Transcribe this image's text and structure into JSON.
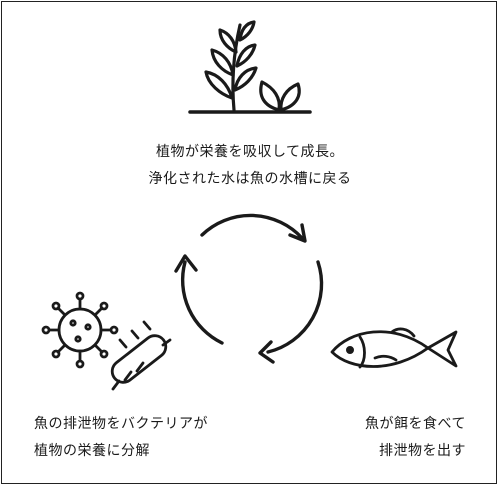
{
  "colors": {
    "ink": "#1a1a1a",
    "background": "#ffffff",
    "border": "#222222"
  },
  "icons": {
    "plant": "plant-icon",
    "cycle": "cycle-arrows-icon",
    "bacteria": "bacteria-icon",
    "fish": "fish-icon"
  },
  "plant": {
    "line1": "植物が栄養を吸収して成長。",
    "line2": "浄化された水は魚の水槽に戻る"
  },
  "bacteria": {
    "line1": "魚の排泄物をバクテリアが",
    "line2": "植物の栄養に分解"
  },
  "fish": {
    "line1": "魚が餌を食べて",
    "line2": "排泄物を出す"
  }
}
